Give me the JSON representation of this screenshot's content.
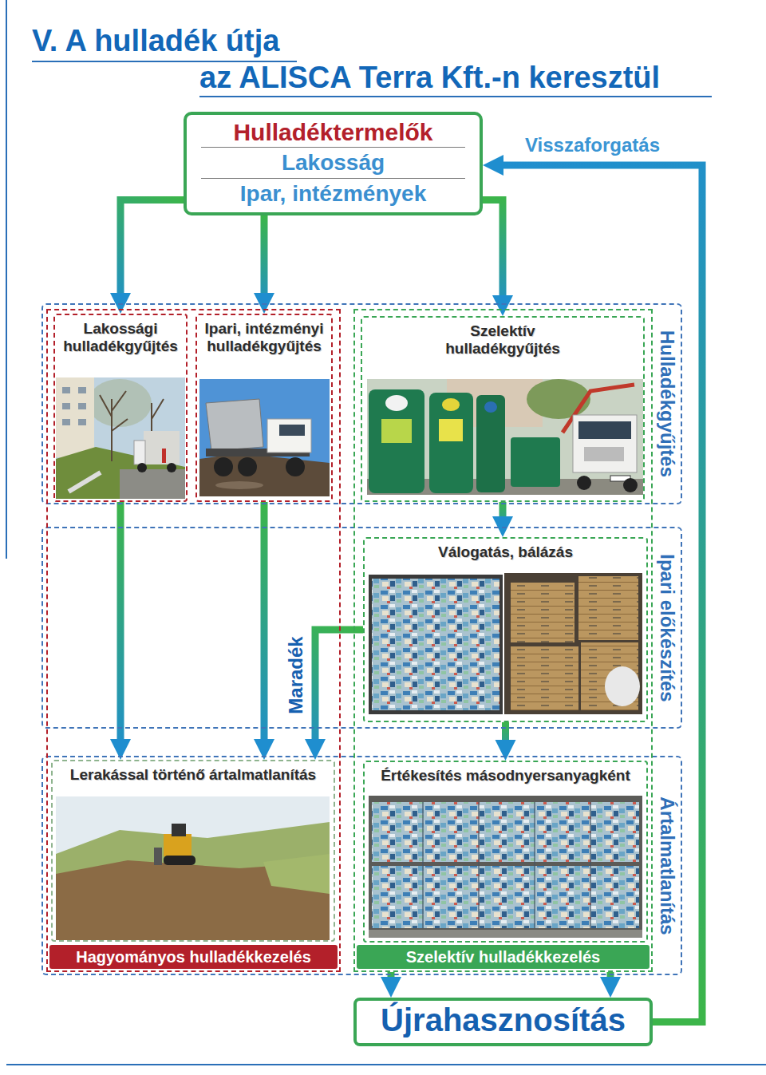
{
  "diagram": {
    "title": "V. A hulladék útja az ALISCA Terra Kft.-n keresztül",
    "nodes": [
      {
        "text": [
          "Hulladéktermelők",
          "Lakosság",
          "Ipar, intézmények"
        ]
      },
      {
        "text": [
          "Hulladékgyűjtés"
        ]
      },
      {
        "text": [
          "Ipari előkészítés"
        ]
      },
      {
        "text": [
          "Ártalmatlanítás"
        ]
      },
      {
        "text": [
          "Hagyományos hulladékkezelés"
        ]
      },
      {
        "text": [
          "Lakossági hulladékgyűjtés"
        ],
        "in": 4
      },
      {
        "text": [
          "Ipari, intézményi hulladékgyűjtés"
        ],
        "in": 4
      },
      {
        "text": [
          "Lerakással történő ártalmatlanítás"
        ],
        "in": 4
      },
      {
        "text": [
          "Szelektív hulladékkezelés"
        ]
      },
      {
        "text": [
          "Szelektív hulladékgyűjtés"
        ],
        "in": 8
      },
      {
        "text": [
          "Válogatás, bálázás"
        ],
        "in": 8
      },
      {
        "text": [
          "Értékesítés másodnyersanyagként"
        ],
        "in": 8
      },
      {
        "text": [
          "Újrahasznosítás"
        ]
      }
    ],
    "edges": [
      {
        "from": 0,
        "to": 5,
        "arrow": "to"
      },
      {
        "from": 0,
        "to": 6,
        "arrow": "to"
      },
      {
        "from": 0,
        "to": 9,
        "arrow": "to"
      },
      {
        "from": 5,
        "to": 7,
        "arrow": "to"
      },
      {
        "from": 6,
        "to": 7,
        "arrow": "to"
      },
      {
        "from": 10,
        "to": 7,
        "label": "Maradék",
        "arrow": "to"
      },
      {
        "from": 9,
        "to": 10,
        "arrow": "to"
      },
      {
        "from": 10,
        "to": 11,
        "arrow": "to"
      },
      {
        "from": 8,
        "to": 12,
        "arrow": "to"
      },
      {
        "from": 8,
        "to": 12,
        "arrow": "to"
      },
      {
        "from": 12,
        "to": 0,
        "label": "Visszaforgatás",
        "arrow": "to"
      }
    ]
  }
}
